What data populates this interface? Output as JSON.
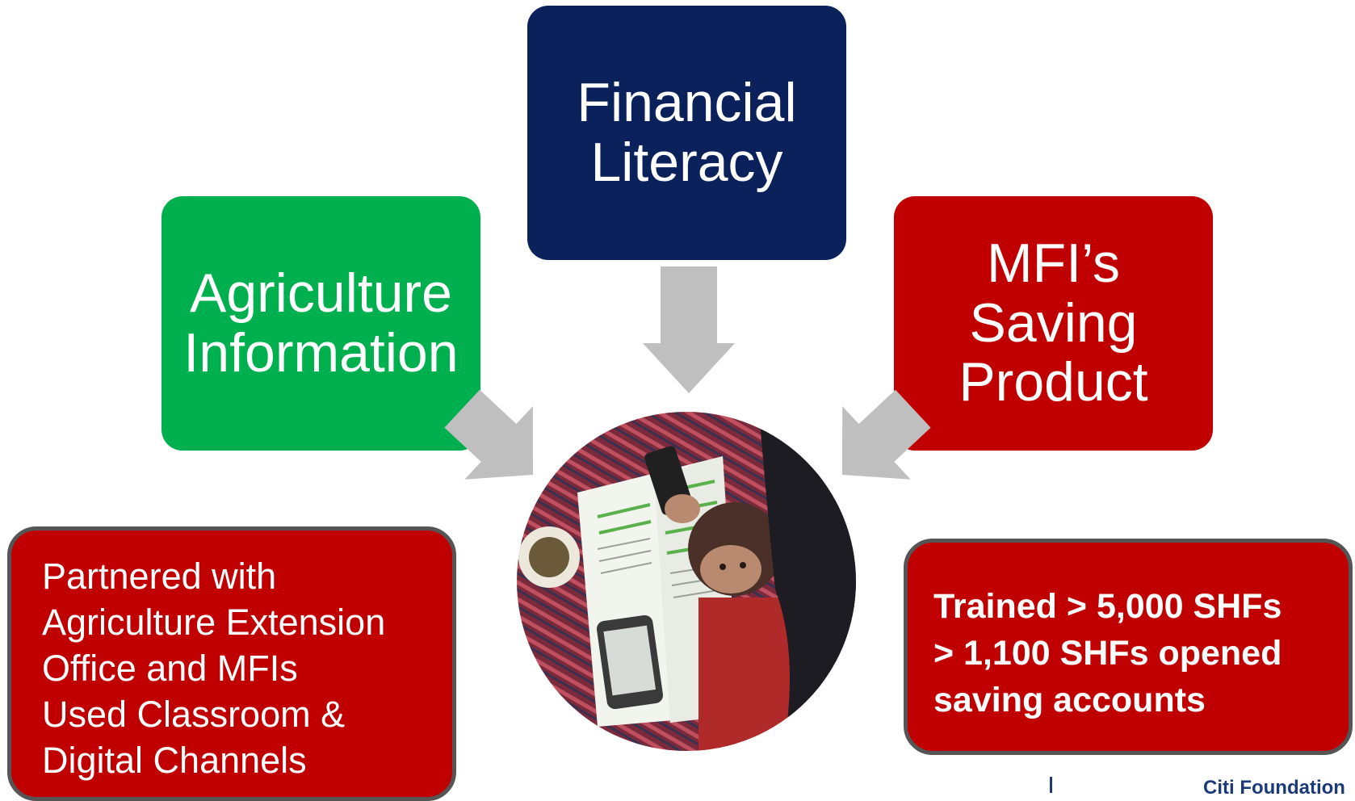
{
  "boxes": {
    "financial_literacy": "Financial\nLiteracy",
    "agriculture_information": "Agriculture\nInformation",
    "mfi_saving_product": "MFI’s\nSaving\nProduct"
  },
  "notes": {
    "left_lines": [
      "Partnered with",
      "Agriculture Extension",
      "Office and MFIs",
      "Used Classroom &",
      "Digital Channels"
    ],
    "right_lines": [
      "Trained > 5,000 SHFs",
      "> 1,100 SHFs opened",
      "saving accounts"
    ]
  },
  "footer": {
    "logo_text": "Citi Foundation"
  },
  "colors": {
    "navy": "#0a215c",
    "green": "#00b04f",
    "red": "#c00000",
    "arrow_gray": "#bfbfbf",
    "note_border": "#555555"
  }
}
